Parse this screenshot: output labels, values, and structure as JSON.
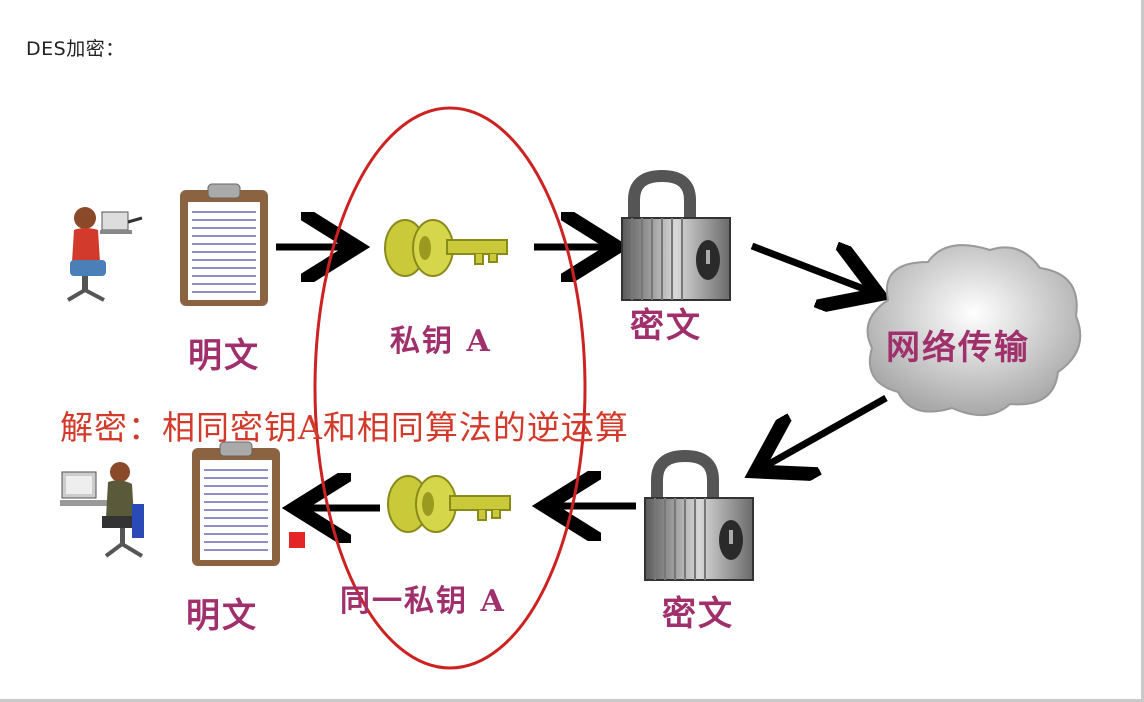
{
  "heading": "DES加密：",
  "labels": {
    "plaintext_top": "明文",
    "private_key": "私钥 A",
    "ciphertext_top": "密文",
    "network": "网络传输",
    "decrypt_note": "解密：相同密钥A和相同算法的逆运算",
    "plaintext_bottom": "明文",
    "same_key": "同一私钥 A",
    "ciphertext_bottom": "密文"
  },
  "colors": {
    "label": "#a0306c",
    "decrypt_text": "#d23a2b",
    "ellipse": "#cc2222",
    "key": "#c9c93a",
    "arrow": "#000000"
  },
  "icons": [
    "sender-person-icon",
    "clipboard-icon",
    "key-icon",
    "padlock-icon",
    "cloud-icon",
    "receiver-person-icon"
  ]
}
